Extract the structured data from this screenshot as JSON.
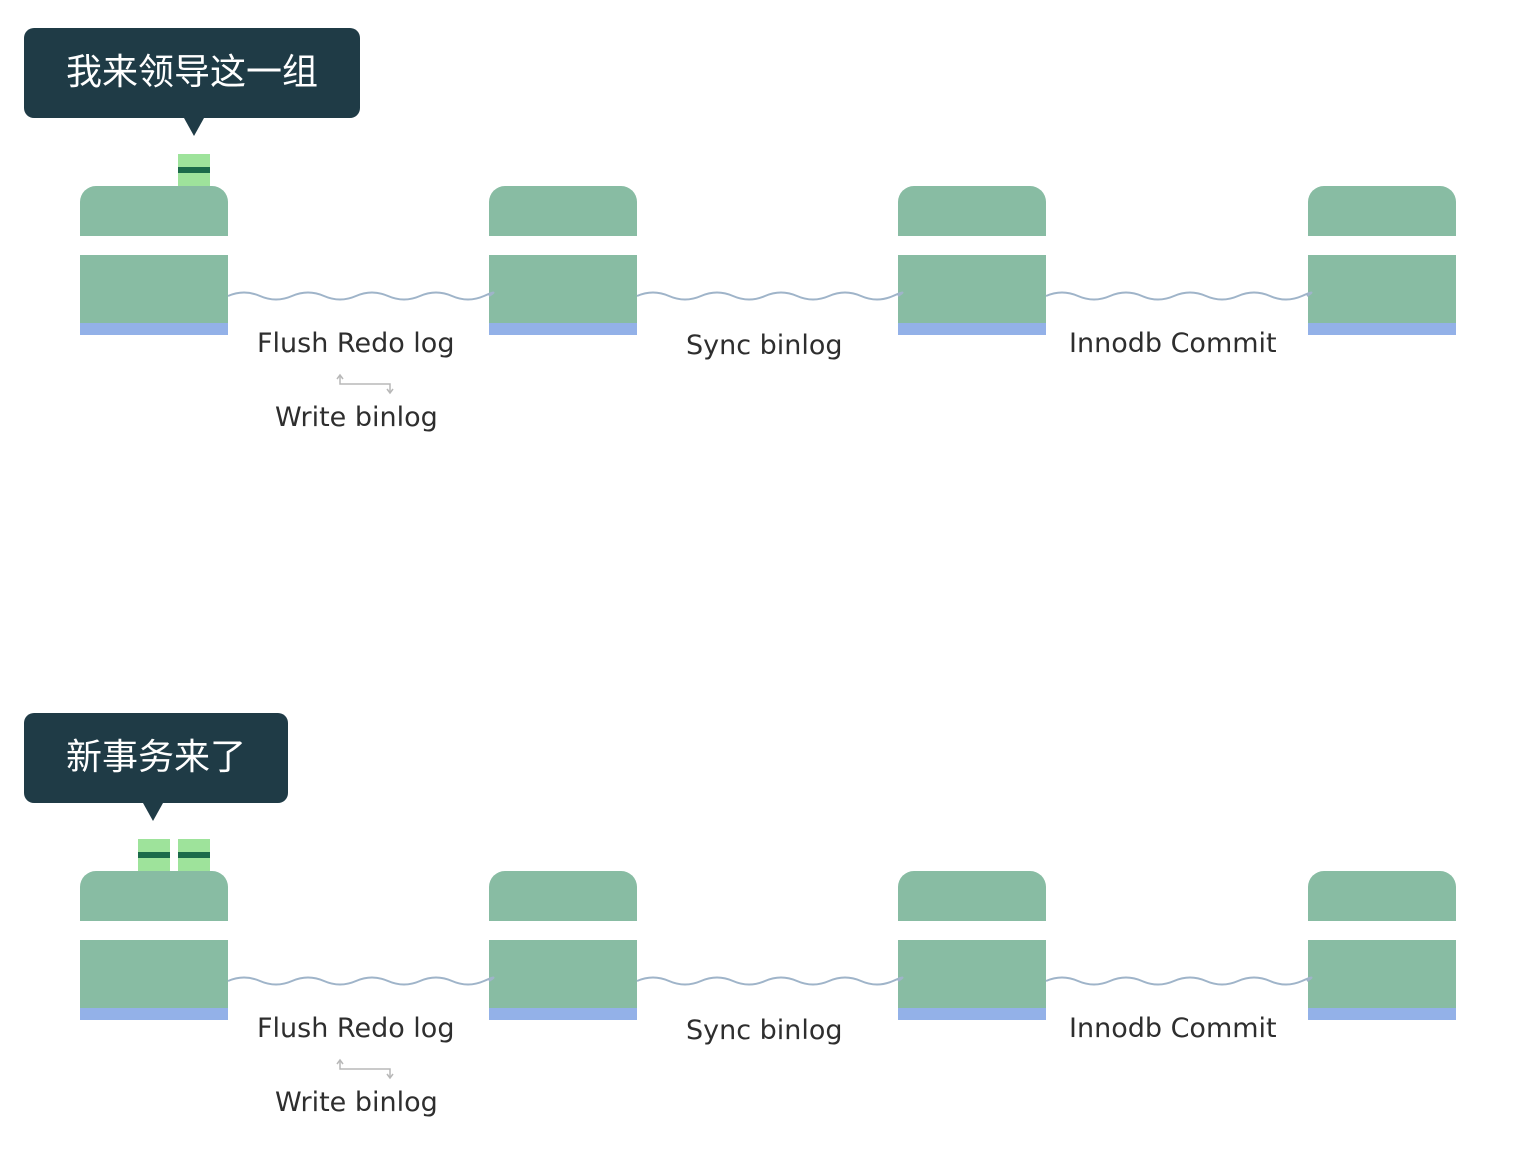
{
  "colors": {
    "bubble": "#1f3b46",
    "node": "#88bca3",
    "node_base": "#93b1e8",
    "token": "#9ee39b",
    "token_stripe": "#1b6b4a",
    "wave": "#9fb4c9"
  },
  "panels": [
    {
      "bubble_text": "我来领导这一组",
      "token_count": 1,
      "labels": {
        "flush": "Flush Redo log",
        "write": "Write binlog",
        "sync": "Sync binlog",
        "commit": "Innodb Commit"
      }
    },
    {
      "bubble_text": "新事务来了",
      "token_count": 2,
      "labels": {
        "flush": "Flush Redo log",
        "write": "Write binlog",
        "sync": "Sync binlog",
        "commit": "Innodb Commit"
      }
    }
  ]
}
